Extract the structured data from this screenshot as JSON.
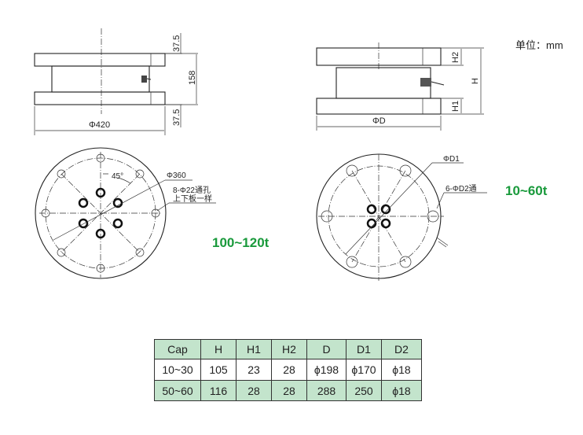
{
  "unit_label": "单位：mm",
  "left_model": {
    "label": "100~120t",
    "dims": {
      "top": "37.5",
      "height": "158",
      "bottom": "37.5",
      "diameter": "Φ420",
      "bolt_circle": "Φ360",
      "angle": "45°",
      "holes_line1": "8-Φ22通孔",
      "holes_line2": "上下板一样"
    }
  },
  "right_model": {
    "label": "10~60t",
    "dims": {
      "h2": "H2",
      "h": "H",
      "h1": "H1",
      "diameter": "ΦD",
      "bolt_circle": "ΦD1",
      "holes": "6-ΦD2通"
    }
  },
  "colors": {
    "accent": "#1a9a3c",
    "table_band": "#c3e4cc"
  },
  "table": {
    "headers": [
      "Cap",
      "H",
      "H1",
      "H2",
      "D",
      "D1",
      "D2"
    ],
    "rows": [
      [
        "10~30",
        "105",
        "23",
        "28",
        "ϕ198",
        "ϕ170",
        "ϕ18"
      ],
      [
        "50~60",
        "116",
        "28",
        "28",
        "288",
        "250",
        "ϕ18"
      ]
    ]
  }
}
